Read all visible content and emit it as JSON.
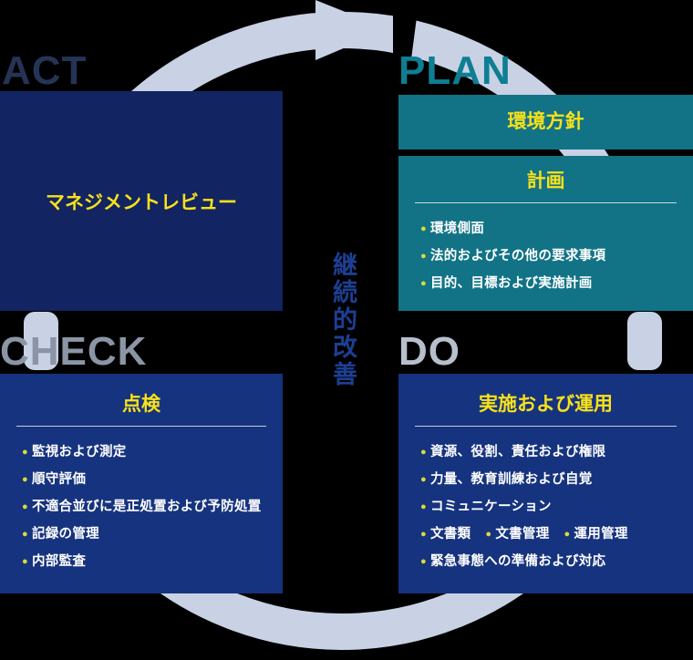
{
  "center_label": "継続的改善",
  "quadrants": {
    "act": {
      "label": "ACT",
      "text": "マネジメントレビュー"
    },
    "plan": {
      "label": "PLAN",
      "policy_title": "環境方針",
      "plan_title": "計画",
      "bullets": [
        "環境側面",
        "法的およびその他の要求事項",
        "目的、目標および実施計画"
      ]
    },
    "check": {
      "label": "CHECK",
      "title": "点検",
      "bullets": [
        "監視および測定",
        "順守評価",
        "不適合並びに是正処置および予防処置",
        "記録の管理",
        "内部監査"
      ]
    },
    "do": {
      "label": "DO",
      "title": "実施および運用",
      "bullets": [
        "資源、役割、責任および権限",
        "力量、教育訓練および自覚",
        "コミュニケーション",
        [
          "文書類",
          "文書管理",
          "運用管理"
        ],
        "緊急事態への準備および対応"
      ]
    }
  },
  "colors": {
    "ring": "#c8d2e4",
    "act_box": "#122462",
    "plan_box": "#127387",
    "blue_box": "#16337f",
    "yellow": "#f8e11a",
    "bullet": "#d9dc35",
    "white": "#ffffff",
    "center_text": "#1d3f93",
    "act_label": "#253455",
    "plan_label": "#0e7e93",
    "check_label": "#8b95a6",
    "do_label": "#b8bfcc"
  }
}
